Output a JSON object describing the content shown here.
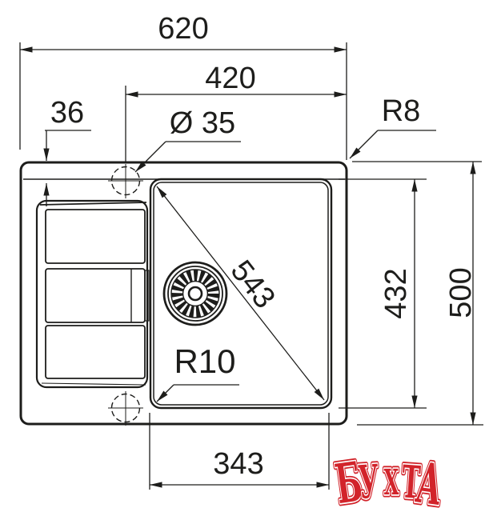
{
  "diagram": {
    "type": "technical-drawing",
    "subject": "kitchen sink top view with drainboard",
    "labels": {
      "total_width": "620",
      "hole_offset": "420",
      "edge_offset": "36",
      "hole_diameter": "Ø 35",
      "outer_radius": "R8",
      "diagonal": "543",
      "bowl_length": "432",
      "total_depth": "500",
      "bowl_radius": "R10",
      "bowl_width": "343"
    }
  },
  "watermark": {
    "text": "БУХТА",
    "letters": [
      "Б",
      "У",
      "Х",
      "Т",
      "А"
    ],
    "color": "#d2232a",
    "outline_color": "#ffffff"
  },
  "colors": {
    "line": "#1d1d1b",
    "background": "#ffffff"
  }
}
